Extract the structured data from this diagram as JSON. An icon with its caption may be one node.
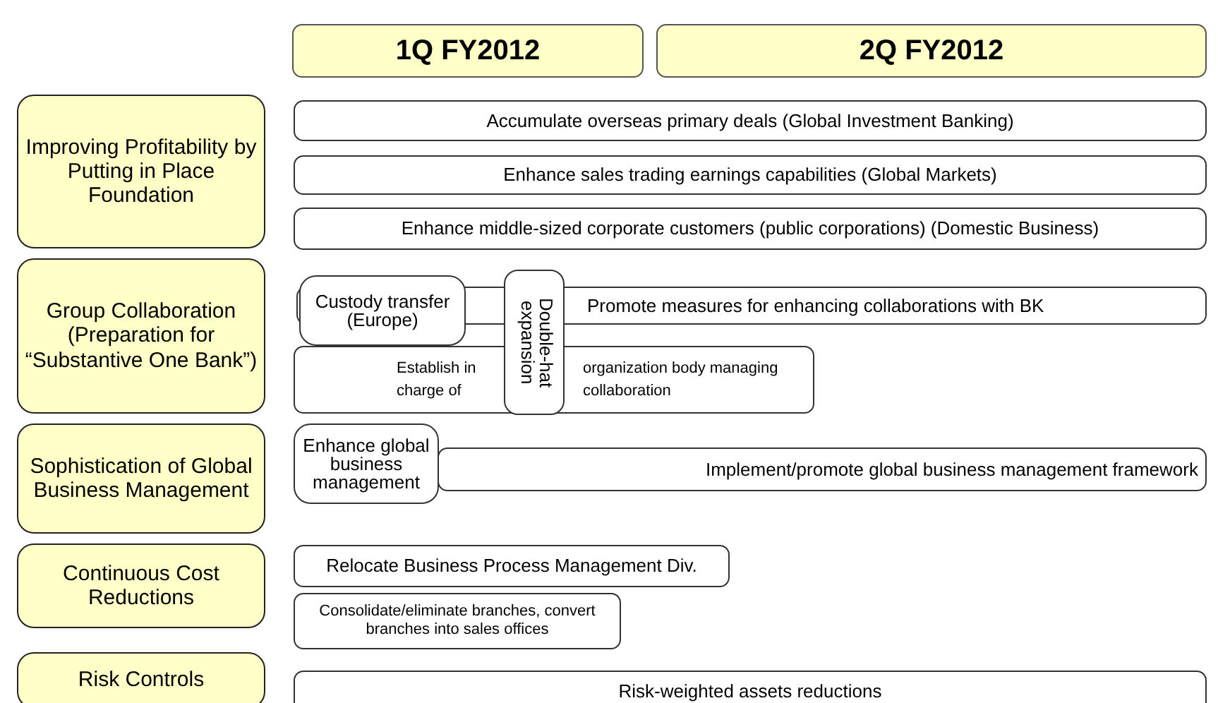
{
  "diagram": {
    "nodes": [
      {
        "text": [
          "1Q FY2012"
        ]
      },
      {
        "text": [
          "2Q FY2012"
        ]
      },
      {
        "text": [
          "Improving Profitability by Putting in Place Foundation"
        ]
      },
      {
        "text": [
          "Accumulate overseas primary deals (Global Investment Banking)"
        ]
      },
      {
        "text": [
          "Enhance sales trading earnings capabilities (Global Markets)"
        ]
      },
      {
        "text": [
          "Enhance  middle-sized corporate customers (public corporations) (Domestic Business)"
        ]
      },
      {
        "text": [
          "Group Collaboration (Preparation for “Substantive One Bank”)"
        ]
      },
      {
        "text": [
          "Custody transfer (Europe)"
        ]
      },
      {
        "text": [
          "Double-hat expansion"
        ]
      },
      {
        "text": [
          "Promote measures for enhancing collaborations with BK"
        ]
      },
      {
        "text": [
          "Establish in charge of",
          "organization body managing collaboration"
        ]
      },
      {
        "text": [
          "Sophistication of Global Business Management"
        ]
      },
      {
        "text": [
          "Enhance global business management"
        ]
      },
      {
        "text": [
          "Implement/promote global business management framework"
        ]
      },
      {
        "text": [
          "Continuous Cost Reductions"
        ]
      },
      {
        "text": [
          "Relocate Business Process Management Div."
        ]
      },
      {
        "text": [
          "Consolidate/eliminate branches, convert branches into sales offices"
        ]
      },
      {
        "text": [
          "Risk Controls"
        ]
      },
      {
        "text": [
          "Risk-weighted assets reductions"
        ]
      }
    ]
  }
}
